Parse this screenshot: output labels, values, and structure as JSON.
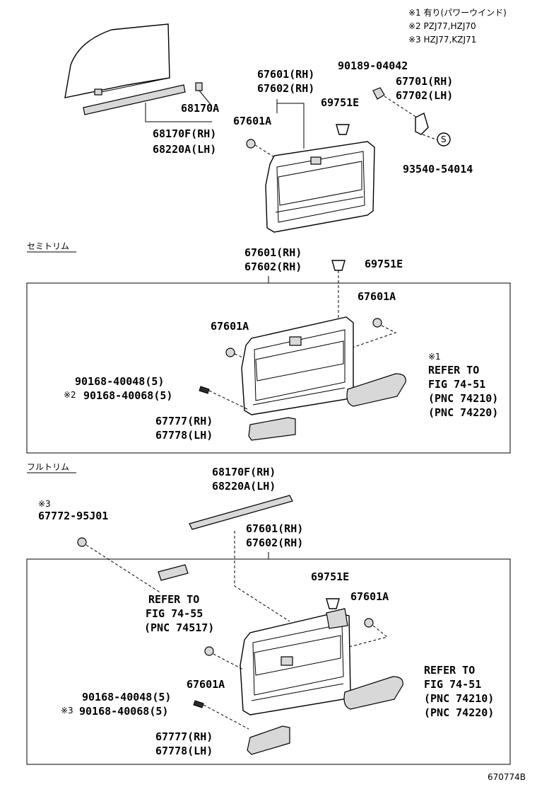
{
  "notes": [
    "※1 有り(パワーウインド)",
    "※2 PZJ77,HZJ70",
    "※3 HZJ77,KZJ71"
  ],
  "sections": {
    "semi_trim": "セミトリム",
    "full_trim": "フルトリム"
  },
  "labels": {
    "top": {
      "p68170A": "68170A",
      "p68170F": "68170F(RH)",
      "p68220A": "68220A(LH)",
      "p67601": "67601(RH)",
      "p67602": "67602(RH)",
      "p67601A": "67601A",
      "p90189": "90189-04042",
      "p69751E": "69751E",
      "p67701": "67701(RH)",
      "p67702": "67702(LH)",
      "p93540": "93540-54014",
      "s_mark": "S"
    },
    "semi": {
      "p67601": "67601(RH)",
      "p67602": "67602(RH)",
      "p69751E": "69751E",
      "p67601A_r": "67601A",
      "p67601A_l": "67601A",
      "mark1": "※1",
      "refer1": "REFER TO",
      "refer2": "FIG 74-51",
      "refer3": "(PNC 74210)",
      "refer4": "(PNC 74220)",
      "bolt1": "90168-40048(5)",
      "bolt2": "90168-40068(5)",
      "bolt2_mark": "※2",
      "p67777": "67777(RH)",
      "p67778": "67778(LH)"
    },
    "full": {
      "mark3": "※3",
      "p67772": "67772-95J01",
      "p68170F": "68170F(RH)",
      "p68220A": "68220A(LH)",
      "p67601": "67601(RH)",
      "p67602": "67602(RH)",
      "refer_a1": "REFER TO",
      "refer_a2": "FIG 74-55",
      "refer_a3": "(PNC 74517)",
      "p69751E": "69751E",
      "p67601A_r": "67601A",
      "p67601A_l": "67601A",
      "refer_b1": "REFER TO",
      "refer_b2": "FIG 74-51",
      "refer_b3": "(PNC 74210)",
      "refer_b4": "(PNC 74220)",
      "bolt1": "90168-40048(5)",
      "bolt2": "90168-40068(5)",
      "bolt2_mark": "※3",
      "p67777": "67777(RH)",
      "p67778": "67778(LH)"
    }
  },
  "figure_code": "670774B"
}
